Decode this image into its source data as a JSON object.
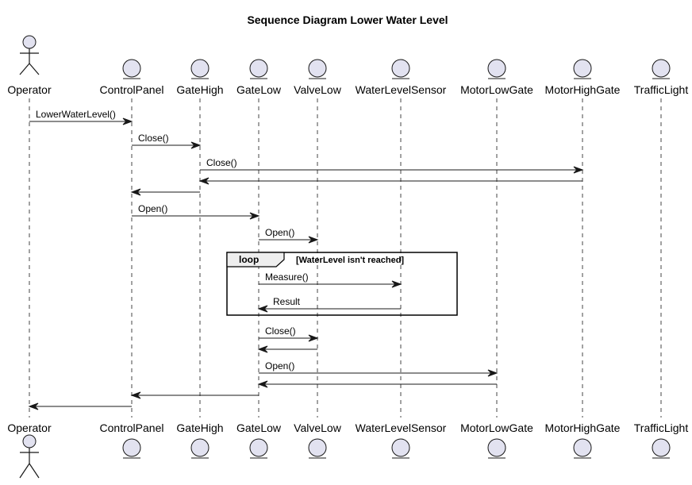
{
  "diagram": {
    "title": "Sequence Diagram Lower Water Level",
    "participants": [
      {
        "id": "operator",
        "label": "Operator",
        "kind": "actor"
      },
      {
        "id": "controlpanel",
        "label": "ControlPanel",
        "kind": "entity"
      },
      {
        "id": "gatehigh",
        "label": "GateHigh",
        "kind": "entity"
      },
      {
        "id": "gatelow",
        "label": "GateLow",
        "kind": "entity"
      },
      {
        "id": "valvelow",
        "label": "ValveLow",
        "kind": "entity"
      },
      {
        "id": "waterlevelsensor",
        "label": "WaterLevelSensor",
        "kind": "entity"
      },
      {
        "id": "motorlowgate",
        "label": "MotorLowGate",
        "kind": "entity"
      },
      {
        "id": "motorhighgate",
        "label": "MotorHighGate",
        "kind": "entity"
      },
      {
        "id": "trafficlight",
        "label": "TrafficLight",
        "kind": "entity"
      }
    ],
    "messages": [
      {
        "from": "operator",
        "to": "controlpanel",
        "label": "LowerWaterLevel()"
      },
      {
        "from": "controlpanel",
        "to": "gatehigh",
        "label": "Close()"
      },
      {
        "from": "gatehigh",
        "to": "motorhighgate",
        "label": "Close()"
      },
      {
        "from": "motorhighgate",
        "to": "gatehigh",
        "label": ""
      },
      {
        "from": "gatehigh",
        "to": "controlpanel",
        "label": ""
      },
      {
        "from": "controlpanel",
        "to": "gatelow",
        "label": "Open()"
      },
      {
        "from": "gatelow",
        "to": "valvelow",
        "label": "Open()"
      },
      {
        "from": "gatelow",
        "to": "waterlevelsensor",
        "label": "Measure()"
      },
      {
        "from": "waterlevelsensor",
        "to": "gatelow",
        "label": "Result"
      },
      {
        "from": "gatelow",
        "to": "valvelow",
        "label": "Close()"
      },
      {
        "from": "valvelow",
        "to": "gatelow",
        "label": ""
      },
      {
        "from": "gatelow",
        "to": "motorlowgate",
        "label": "Open()"
      },
      {
        "from": "motorlowgate",
        "to": "gatelow",
        "label": ""
      },
      {
        "from": "gatelow",
        "to": "controlpanel",
        "label": ""
      },
      {
        "from": "controlpanel",
        "to": "operator",
        "label": ""
      }
    ],
    "loop": {
      "keyword": "loop",
      "guard": "[WaterLevel isn't reached]",
      "first_message": 7,
      "last_message": 8
    },
    "colors": {
      "participant_fill": "#e2e2f0",
      "participant_stroke": "#181818",
      "lifeline": "#181818",
      "loop_header_fill": "#eeeeee"
    }
  }
}
